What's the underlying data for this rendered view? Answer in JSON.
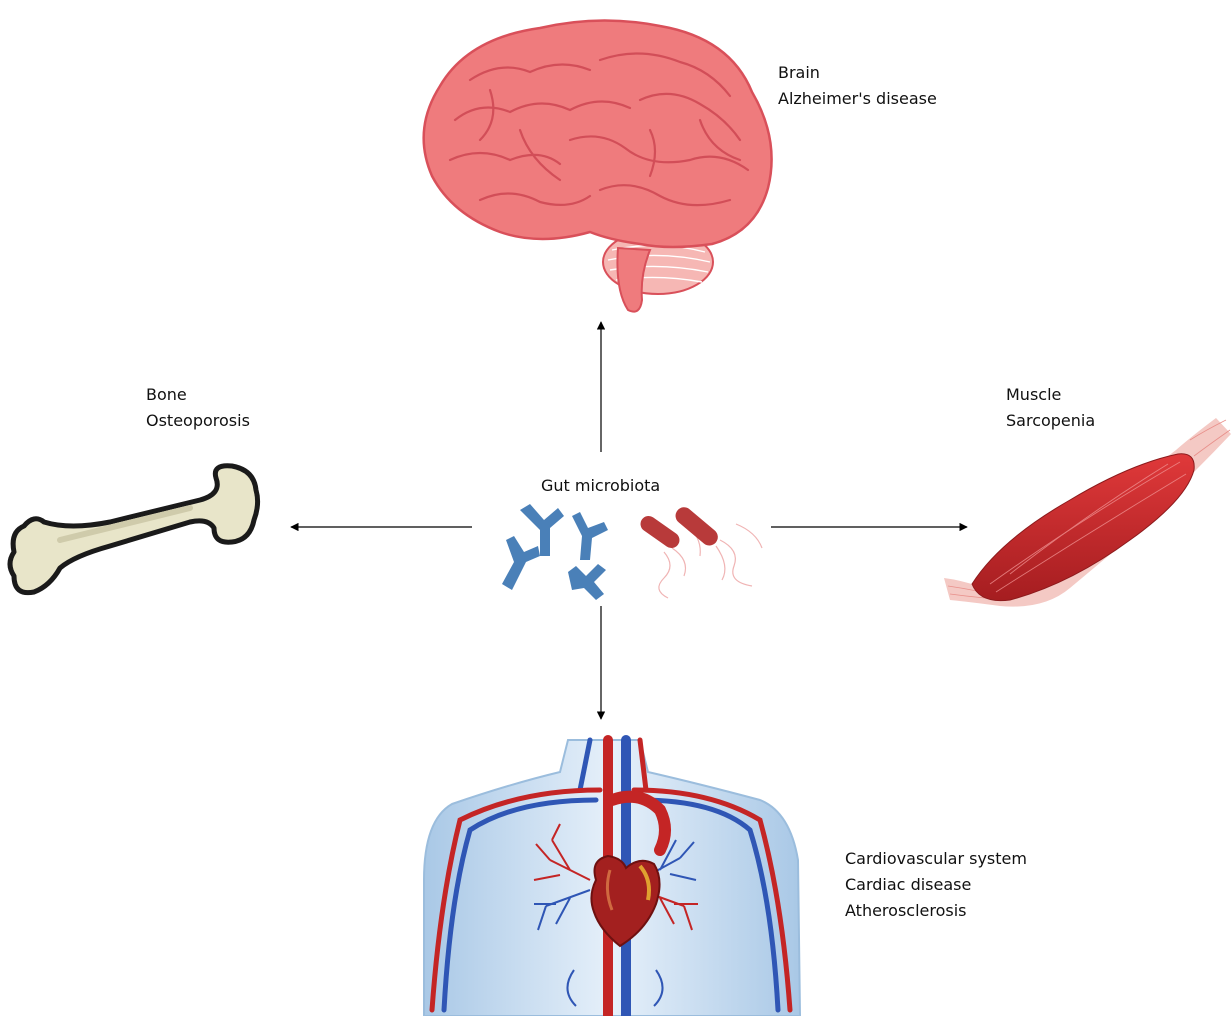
{
  "center": {
    "label": "Gut microbiota"
  },
  "nodes": {
    "brain": {
      "organ": "Brain",
      "conditions": [
        "Alzheimer's disease"
      ]
    },
    "bone": {
      "organ": "Bone",
      "conditions": [
        "Osteoporosis"
      ]
    },
    "muscle": {
      "organ": "Muscle",
      "conditions": [
        "Sarcopenia"
      ]
    },
    "cardio": {
      "organ": "Cardiovascular system",
      "conditions": [
        "Cardiac disease",
        "Atherosclerosis"
      ]
    }
  },
  "colors": {
    "brain": "#ef7b7d",
    "brain_outline": "#d9505a",
    "bone_fill": "#e8e5c9",
    "bone_outline": "#1a1a1a",
    "muscle": "#c8292c",
    "tendon": "#f4c9c4",
    "microbe_blue": "#4a80b8",
    "microbe_red": "#b83a3a",
    "body_bg": "#cfe1f2",
    "artery": "#c42525",
    "vein": "#2f56b5",
    "arrow": "#000000"
  },
  "icons": {
    "brain": "brain-illustration",
    "bone": "bone-illustration",
    "muscle": "muscle-illustration",
    "microbes": "microbiota-illustration",
    "cardio": "circulatory-system-illustration"
  }
}
